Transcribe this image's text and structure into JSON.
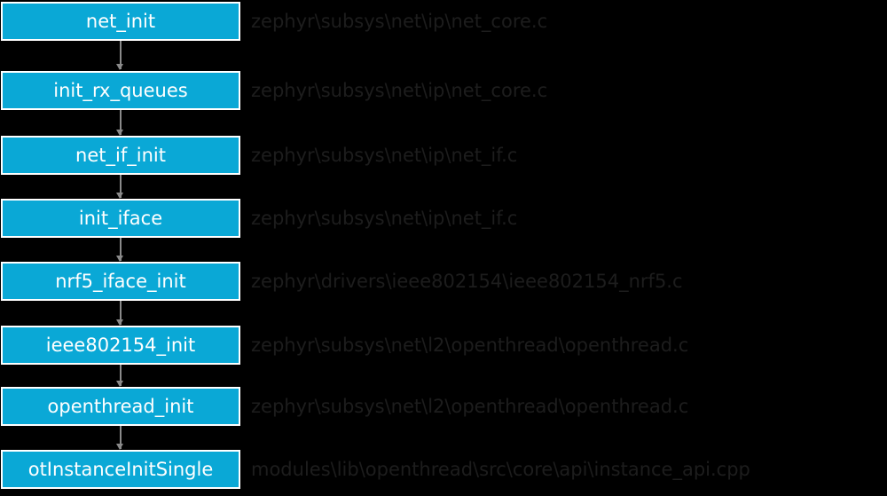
{
  "colors": {
    "background": "#000000",
    "box_fill": "#0aa8d6",
    "box_border": "#ffffff",
    "box_text": "#ffffff",
    "path_text": "#1d1d1d",
    "connector": "#8a8a8a"
  },
  "call_chain": [
    {
      "function": "net_init",
      "file": "zephyr\\subsys\\net\\ip\\net_core.c"
    },
    {
      "function": "init_rx_queues",
      "file": "zephyr\\subsys\\net\\ip\\net_core.c"
    },
    {
      "function": "net_if_init",
      "file": "zephyr\\subsys\\net\\ip\\net_if.c"
    },
    {
      "function": "init_iface",
      "file": "zephyr\\subsys\\net\\ip\\net_if.c"
    },
    {
      "function": "nrf5_iface_init",
      "file": "zephyr\\drivers\\ieee802154\\ieee802154_nrf5.c"
    },
    {
      "function": "ieee802154_init",
      "file": "zephyr\\subsys\\net\\l2\\openthread\\openthread.c"
    },
    {
      "function": "openthread_init",
      "file": "zephyr\\subsys\\net\\l2\\openthread\\openthread.c"
    },
    {
      "function": "otInstanceInitSingle",
      "file": "modules\\lib\\openthread\\src\\core\\api\\instance_api.cpp"
    }
  ]
}
